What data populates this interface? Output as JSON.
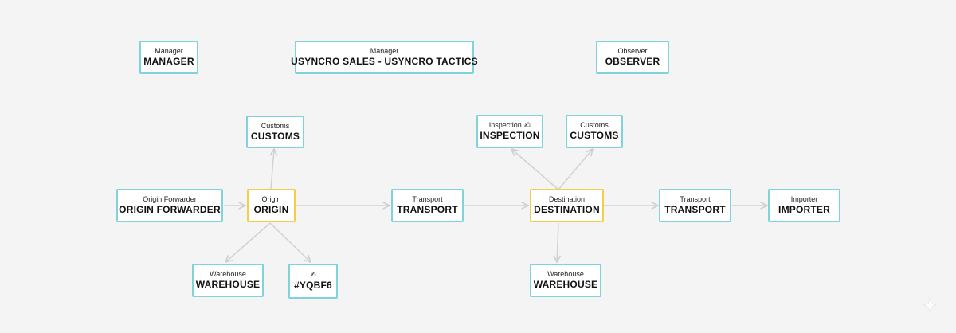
{
  "nodes": {
    "manager_top": {
      "role": "Manager",
      "name": "MANAGER"
    },
    "manager_sales": {
      "role": "Manager",
      "name": "USYNCRO SALES - USYNCRO TACTICS"
    },
    "observer": {
      "role": "Observer",
      "name": "OBSERVER"
    },
    "customs_origin": {
      "role": "Customs",
      "name": "CUSTOMS"
    },
    "origin_forwarder": {
      "role": "Origin Forwarder",
      "name": "ORIGIN FORWARDER"
    },
    "origin": {
      "role": "Origin",
      "name": "ORIGIN"
    },
    "transport_1": {
      "role": "Transport",
      "name": "TRANSPORT"
    },
    "warehouse_origin": {
      "role": "Warehouse",
      "name": "WAREHOUSE"
    },
    "unnamed": {
      "role": "",
      "name": "#YQBF6",
      "icon": "pencil-edit-icon"
    },
    "inspection": {
      "role": "Inspection",
      "name": "INSPECTION",
      "icon": "pencil-edit-icon"
    },
    "customs_dest": {
      "role": "Customs",
      "name": "CUSTOMS"
    },
    "destination": {
      "role": "Destination",
      "name": "DESTINATION"
    },
    "transport_2": {
      "role": "Transport",
      "name": "TRANSPORT"
    },
    "importer": {
      "role": "Importer",
      "name": "IMPORTER"
    },
    "warehouse_dest": {
      "role": "Warehouse",
      "name": "WAREHOUSE"
    }
  },
  "colors": {
    "background": "#f4f4f4",
    "node_border": "#7fd3dc",
    "highlight_border": "#f2cf4a",
    "connector": "#d2d2d2"
  }
}
